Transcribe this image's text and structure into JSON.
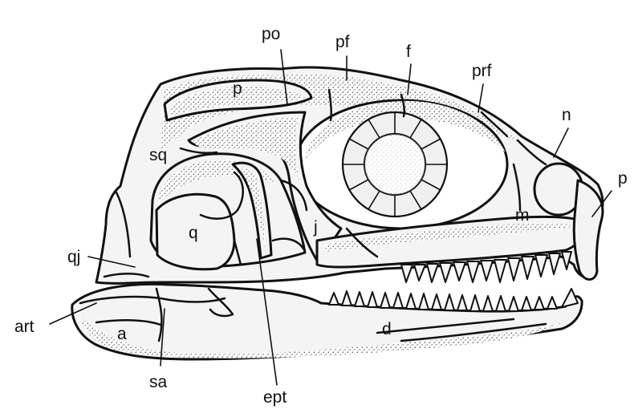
{
  "labels": {
    "po": "po",
    "pf": "pf",
    "f": "f",
    "prf": "prf",
    "p_parietal": "p",
    "n": "n",
    "p_premaxilla": "p",
    "sq": "sq",
    "m": "m",
    "j": "j",
    "q": "q",
    "qj": "qj",
    "art": "art",
    "a": "a",
    "d": "d",
    "sa": "sa",
    "ept": "ept"
  }
}
